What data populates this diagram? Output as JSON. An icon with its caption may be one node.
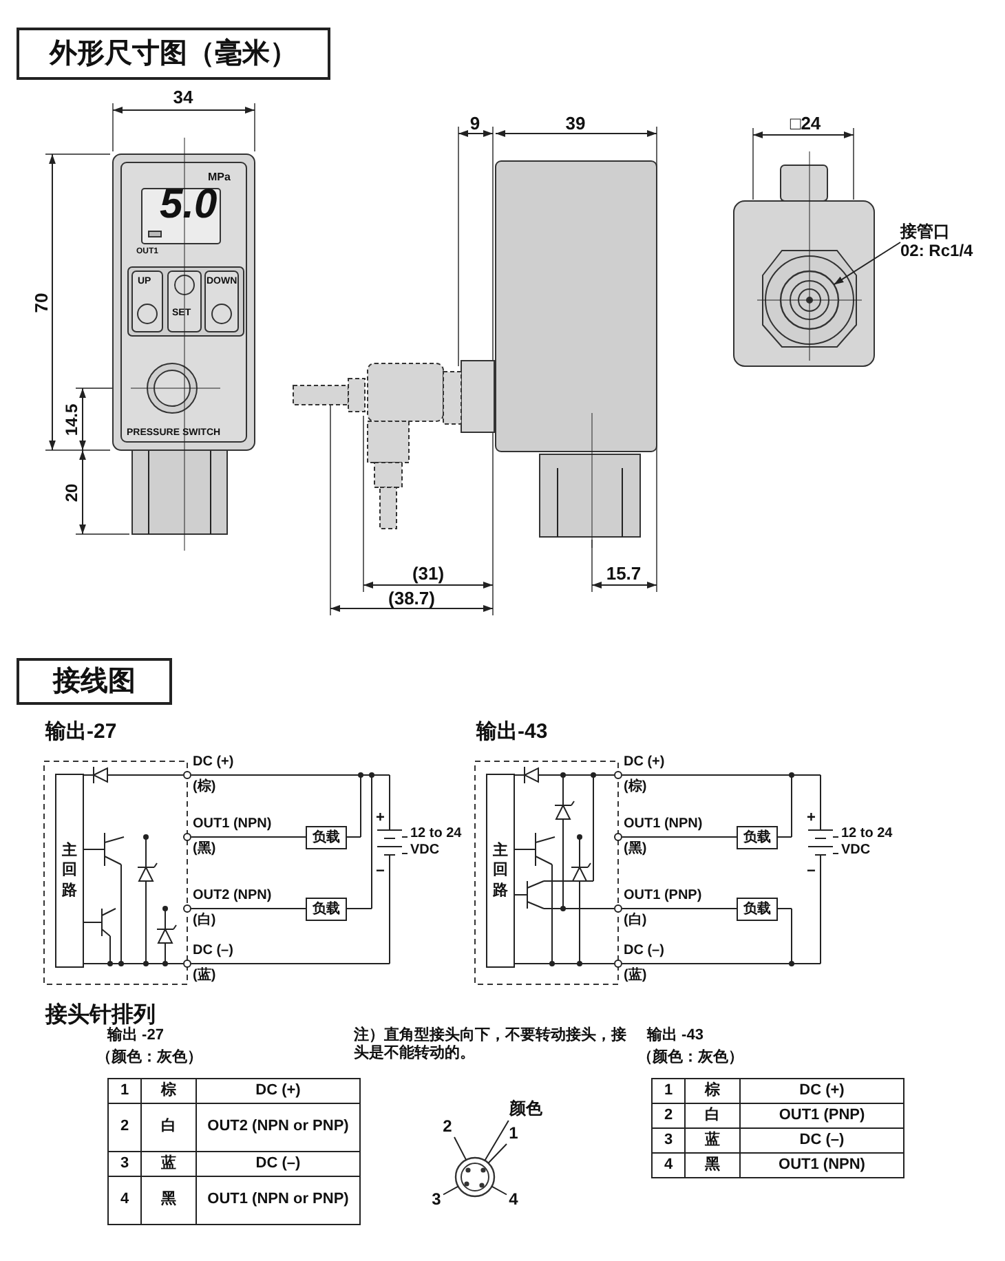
{
  "diagram": {
    "nodes": [
      {
        "text": [
          "外形尺寸图（毫米）"
        ]
      },
      {
        "text": [
          "接管口",
          "02: Rc1/4"
        ]
      },
      {
        "text": [],
        "shape": "circle"
      },
      {
        "text": [
          "接线图"
        ]
      },
      {
        "text": [
          "主回路"
        ]
      },
      {
        "text": [
          "负载"
        ]
      },
      {
        "text": [
          "负载"
        ]
      },
      {
        "text": [
          "主回路"
        ]
      },
      {
        "text": [
          "负载"
        ]
      },
      {
        "text": [
          "负载"
        ]
      },
      {
        "text": [
          "颜色"
        ]
      },
      {
        "text": [
          "2"
        ]
      },
      {
        "text": [
          "1"
        ]
      },
      {
        "text": [
          "3"
        ]
      },
      {
        "text": [
          "4"
        ]
      },
      {
        "text": [],
        "shape": "circle"
      }
    ],
    "edges": [
      {
        "from": 1,
        "to": 2,
        "arrow": "to"
      },
      {
        "from": 10,
        "to": 15,
        "arrow": "none"
      },
      {
        "from": 11,
        "to": 15,
        "arrow": "none"
      },
      {
        "from": 12,
        "to": 15,
        "arrow": "none"
      },
      {
        "from": 13,
        "to": 15,
        "arrow": "none"
      },
      {
        "from": 14,
        "to": 15,
        "arrow": "none"
      }
    ],
    "labels": [
      "34",
      "70",
      "14.5",
      "20",
      "MPa",
      "5.0",
      "OUT1",
      "UP",
      "SET",
      "DOWN",
      "PRESSURE SWITCH",
      "9",
      "39",
      "□24",
      "(31)",
      "(38.7)",
      "15.7",
      "输出-27",
      "DC (+)",
      "(棕)",
      "OUT1 (NPN)",
      "(黑)",
      "OUT2 (NPN)",
      "(白)",
      "DC (–)",
      "(蓝)",
      "+",
      "12 to 24 VDC",
      "−",
      "输出-43",
      "DC (+)",
      "(棕)",
      "OUT1 (NPN)",
      "(黑)",
      "OUT1 (PNP)",
      "(白)",
      "DC (–)",
      "(蓝)",
      "+",
      "12 to 24 VDC",
      "−",
      "接头针排列",
      "输出 -27",
      "（颜色：灰色）",
      "1",
      "棕",
      "DC (+)",
      "2",
      "白",
      "OUT2 (NPN or PNP)",
      "3",
      "蓝",
      "DC (–)",
      "4",
      "黑",
      "OUT1 (NPN or PNP)",
      "注）直角型接头向下，不要转动接头，接头是不能转动的。",
      "输出 -43",
      "（颜色：灰色）",
      "1",
      "棕",
      "DC (+)",
      "2",
      "白",
      "OUT1 (PNP)",
      "3",
      "蓝",
      "DC (–)",
      "4",
      "黑",
      "OUT1 (NPN)"
    ]
  }
}
